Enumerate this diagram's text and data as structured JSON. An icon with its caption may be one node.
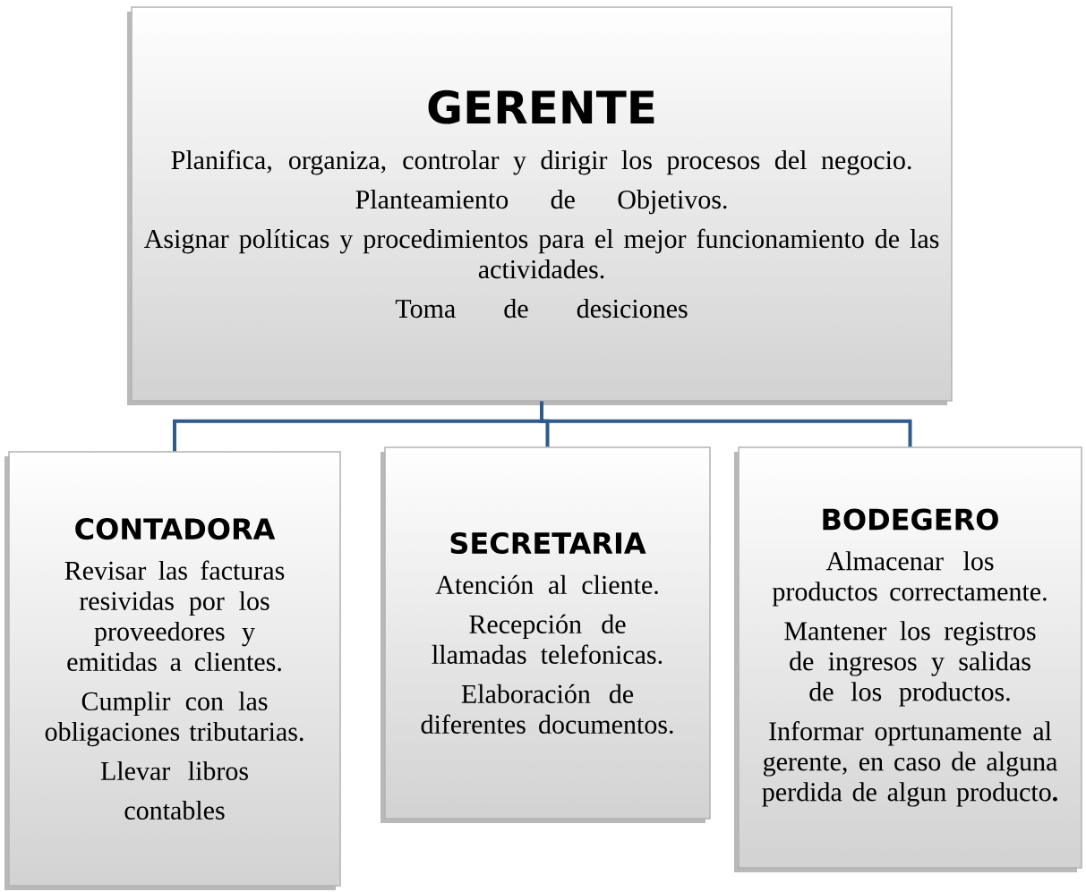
{
  "diagram": {
    "nodes": [
      {
        "text": [
          "GERENTE",
          "Planifica, organiza, controlar y dirigir los procesos del negocio.",
          "Planteamiento de Objetivos.",
          "Asignar políticas y procedimientos para el mejor funcionamiento de las actividades.",
          "Toma de desiciones"
        ]
      },
      {
        "text": [
          "CONTADORA",
          "Revisar las facturas resividas por los proveedores y emitidas a clientes.",
          "Cumplir con las obligaciones tributarias.",
          "Llevar libros",
          "contables"
        ]
      },
      {
        "text": [
          "SECRETARIA",
          "Atención al cliente.",
          "Recepción de llamadas telefonicas.",
          "Elaboración de diferentes documentos."
        ]
      },
      {
        "text": [
          "BODEGERO",
          "Almacenar los productos correctamente.",
          "Mantener los registros de ingresos y salidas de los productos.",
          "Informar oprtunamente al gerente, en caso de alguna perdida de algun producto**.**"
        ]
      }
    ],
    "edges": [
      {
        "from": 0,
        "to": 1,
        "arrow": "none"
      },
      {
        "from": 0,
        "to": 2,
        "arrow": "none"
      },
      {
        "from": 0,
        "to": 3,
        "arrow": "none"
      }
    ]
  }
}
